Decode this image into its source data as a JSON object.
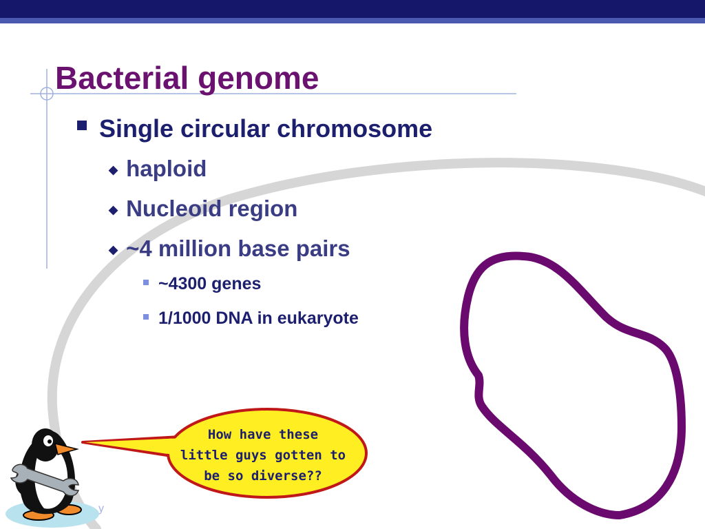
{
  "slide": {
    "title": "Bacterial genome",
    "bullets": [
      {
        "text": "Single circular chromosome"
      },
      {
        "text": "haploid"
      },
      {
        "text": "Nucleoid region"
      },
      {
        "text": "~4 million base pairs"
      },
      {
        "text": "~4300 genes"
      },
      {
        "text": "1/1000 DNA in eukaryote"
      }
    ],
    "callout": {
      "lines": [
        "How have these",
        "little guys gotten to",
        "be so diverse??"
      ]
    },
    "footer_text": "y"
  },
  "colors": {
    "title": "#6b1270",
    "top_bar": "#15186a",
    "chromosome_loop": "#6a0a6f",
    "callout_fill": "#ffee22",
    "callout_border": "#c01818",
    "cell_outline": "#d6d6d6"
  },
  "icons": [
    "penguin-mascot-icon",
    "wrench-icon",
    "square-bullet-icon",
    "diamond-bullet-icon"
  ]
}
